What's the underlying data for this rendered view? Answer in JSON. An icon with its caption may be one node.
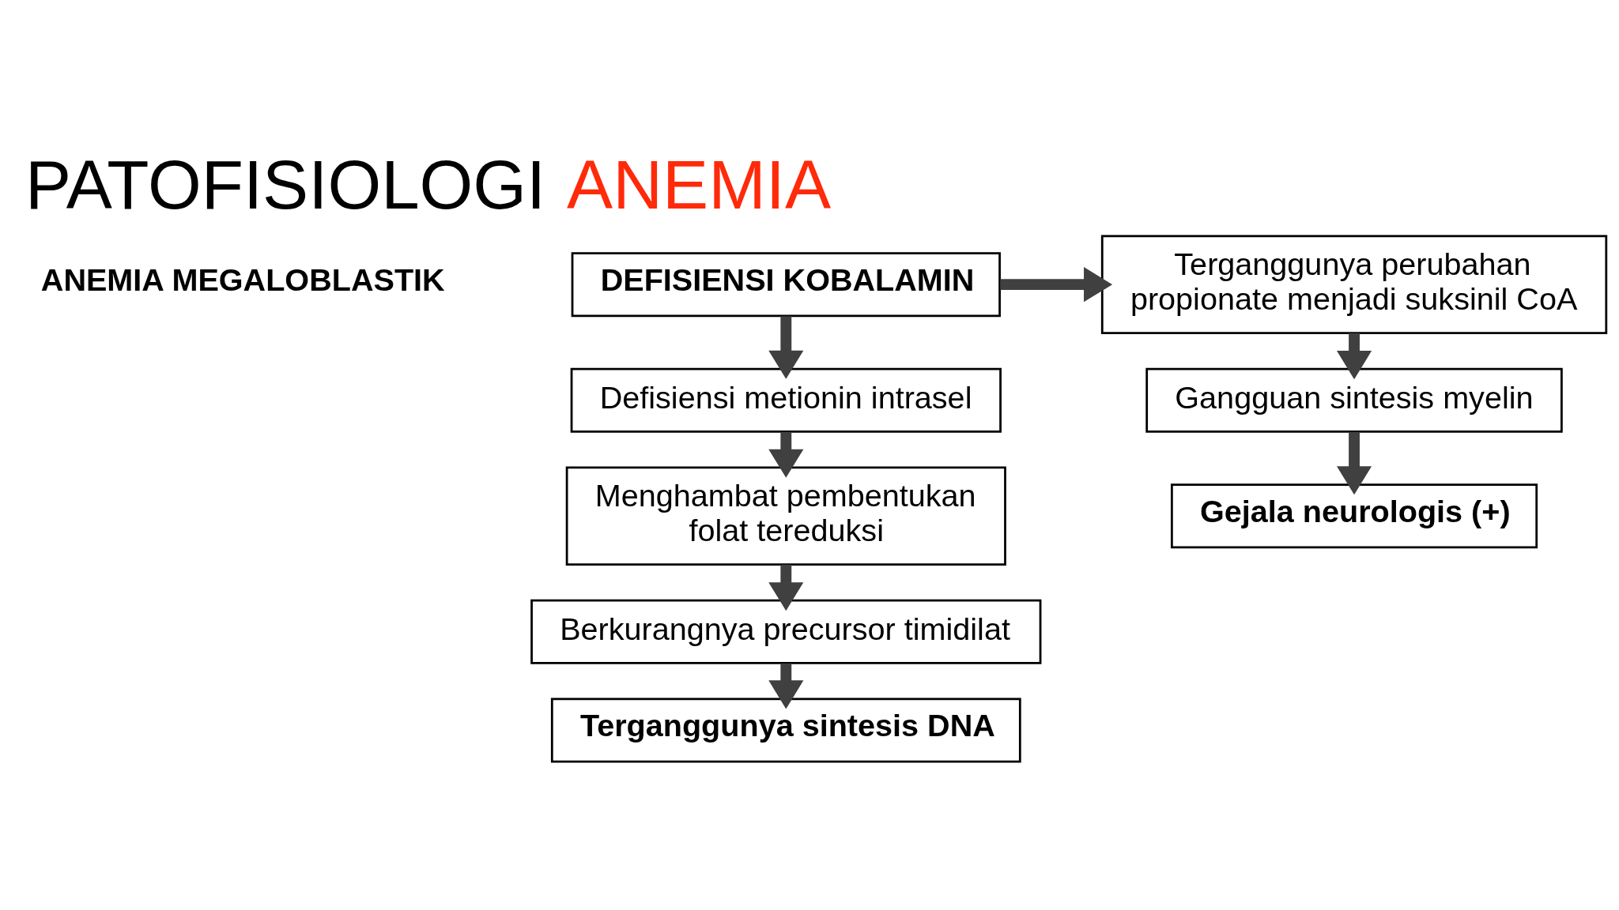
{
  "diagram": {
    "title": "PATOFISIOLOGI ANEMIA",
    "nodes": [
      {
        "text": [
          "DEFISIENSI KOBALAMIN"
        ]
      },
      {
        "text": [
          "Defisiensi metionin intrasel"
        ]
      },
      {
        "text": [
          "Menghambat pembentukan folat tereduksi"
        ]
      },
      {
        "text": [
          "Berkurangnya precursor timidilat"
        ]
      },
      {
        "text": [
          "Terganggunya sintesis DNA"
        ]
      },
      {
        "text": [
          "Terganggunya perubahan propionate menjadi suksinil CoA"
        ]
      },
      {
        "text": [
          "Gangguan sintesis myelin"
        ]
      },
      {
        "text": [
          "Gejala neurologis (+)"
        ]
      }
    ],
    "edges": [
      {
        "from": 0,
        "to": 1,
        "arrow": "to"
      },
      {
        "from": 1,
        "to": 2,
        "arrow": "to"
      },
      {
        "from": 2,
        "to": 3,
        "arrow": "to"
      },
      {
        "from": 3,
        "to": 4,
        "arrow": "to"
      },
      {
        "from": 0,
        "to": 5,
        "arrow": "to"
      },
      {
        "from": 5,
        "to": 6,
        "arrow": "to"
      },
      {
        "from": 6,
        "to": 7,
        "arrow": "to"
      }
    ],
    "labels": [
      "ANEMIA MEGALOBLASTIK"
    ]
  }
}
